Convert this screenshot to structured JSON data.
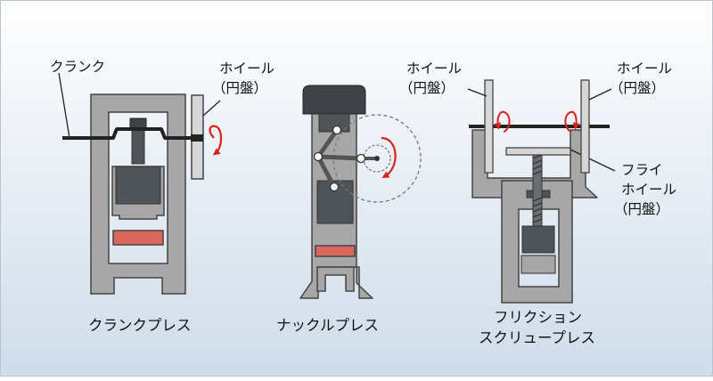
{
  "crank_press": {
    "label_crank": "クランク",
    "label_wheel_line1": "ホイール",
    "label_wheel_line2": "（円盤）",
    "caption": "クランクプレス"
  },
  "knuckle_press": {
    "caption": "ナックルプレス"
  },
  "friction_press": {
    "label_wheel_left_line1": "ホイール",
    "label_wheel_left_line2": "（円盤）",
    "label_wheel_right_line1": "ホイール",
    "label_wheel_right_line2": "（円盤）",
    "label_fly_line1": "フライ",
    "label_fly_line2": "ホイール",
    "label_fly_line3": "（円盤）",
    "caption_line1": "フリクション",
    "caption_line2": "スクリュープレス"
  },
  "colors": {
    "background_top": "#ffffff",
    "background_bottom": "#cfdcea",
    "frame_gray": "#a7a7a7",
    "dark_block": "#4f5459",
    "die_red": "#d9675a",
    "arrow_red": "#d8231c",
    "header_dark": "#3f4347"
  }
}
